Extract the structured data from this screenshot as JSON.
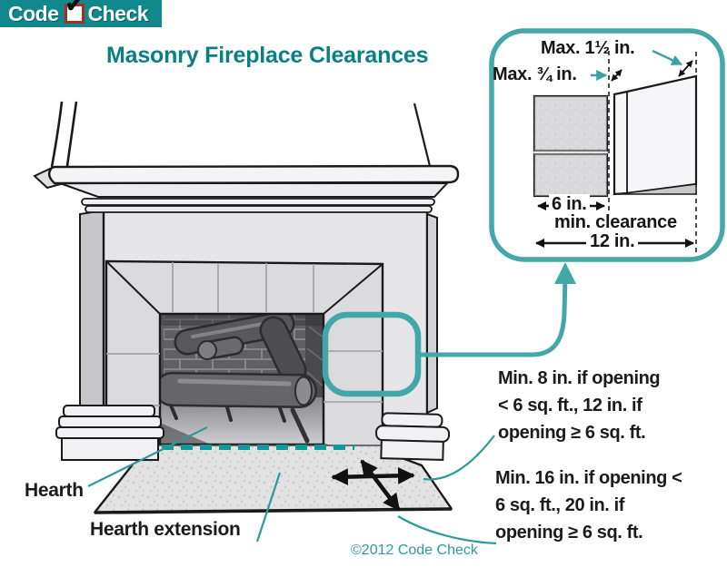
{
  "logo": {
    "word1": "Code",
    "word2": "Check",
    "checkmark": "✔"
  },
  "title": "Masonry Fireplace Clearances",
  "inset": {
    "max_top_label": "Max. 1½ in.",
    "max_side_label": "Max. ¾ in.",
    "width_label": "6 in.",
    "clearance_label": "min. clearance",
    "total_label": "12 in."
  },
  "notes": {
    "side_clearance": {
      "line1": "Min. 8 in. if opening",
      "line2": "< 6 sq. ft., 12 in. if",
      "line3": "opening ≥ 6 sq. ft."
    },
    "front_clearance": {
      "line1": "Min. 16 in. if opening <",
      "line2": "6 sq. ft., 20 in. if",
      "line3": "opening ≥ 6 sq. ft."
    }
  },
  "labels": {
    "hearth": "Hearth",
    "hearth_extension": "Hearth extension"
  },
  "copyright": "©2012 Code Check",
  "colors": {
    "teal_accent": "#11898c",
    "teal_title": "#0a8083",
    "teal_line": "#43a7a7",
    "teal_dash": "#14999b",
    "check_red": "#a33026",
    "drawing_gray": "#e6e6e9",
    "tile_gray": "#dbdbde"
  }
}
